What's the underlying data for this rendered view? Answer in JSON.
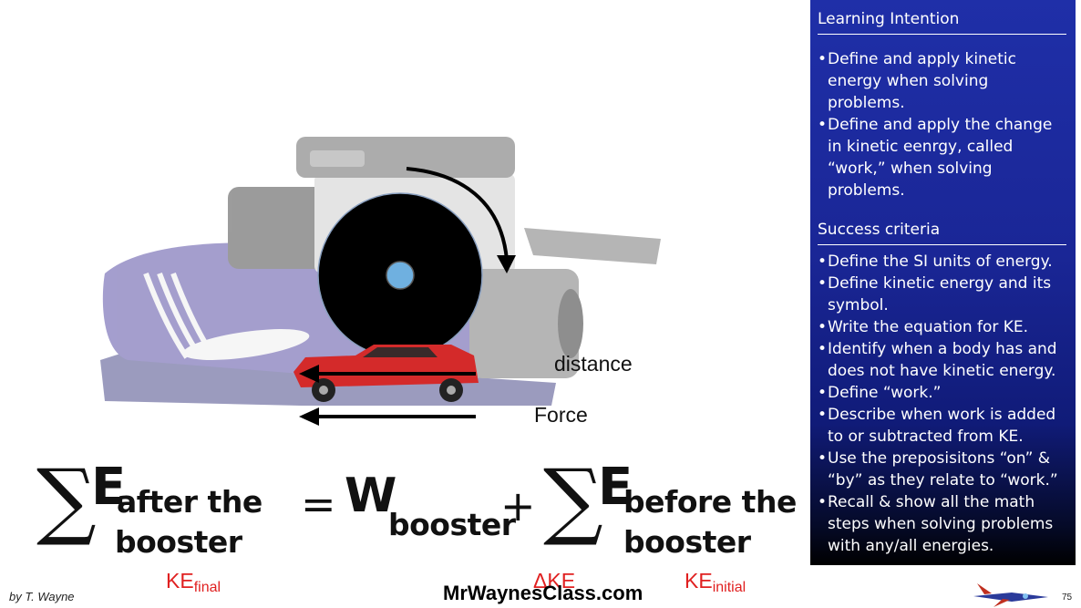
{
  "illustration": {
    "distance_label": "distance",
    "force_label": "Force",
    "car_icon": "car-icon",
    "booster_icon": "booster-icon",
    "wheel_icon": "wheel-icon"
  },
  "equation": {
    "sigma": "∑",
    "e_symbol": "E",
    "after_line1": "after the",
    "after_line2": "booster",
    "equals": "=",
    "w_symbol": "W",
    "w_sub": "booster",
    "plus": "+",
    "before_line1": "before the",
    "before_line2": "booster",
    "ke_final_main": "KE",
    "ke_final_sub": "final",
    "delta_ke": "ΔKE",
    "ke_initial_main": "KE",
    "ke_initial_sub": "initial"
  },
  "panel": {
    "learning_title": "Learning Intention",
    "learning_items": [
      "Define and apply kinetic energy  when solving problems.",
      "Define and apply the change in kinetic eenrgy, called “work,” when solving problems."
    ],
    "success_title": "Success criteria",
    "success_items": [
      "Define the SI units of energy.",
      "Define kinetic energy and its symbol.",
      "Write the equation for KE.",
      "Identify when a body has and does not have kinetic energy.",
      "Define “work.”",
      "Describe when work is added to or subtracted from KE.",
      "Use the preposisitons “on” & “by” as they relate to “work.”",
      "Recall & show all the math steps when solving problems with any/all energies."
    ]
  },
  "footer": {
    "byline": "by T. Wayne",
    "site": "MrWaynesClass.com",
    "page_number": "75",
    "jet_icon": "jet-icon"
  },
  "colors": {
    "panel_blue": "#1f2fa8",
    "booster_purple": "#5a4fa6",
    "car_red": "#d42a2a",
    "label_red": "#e02020"
  }
}
